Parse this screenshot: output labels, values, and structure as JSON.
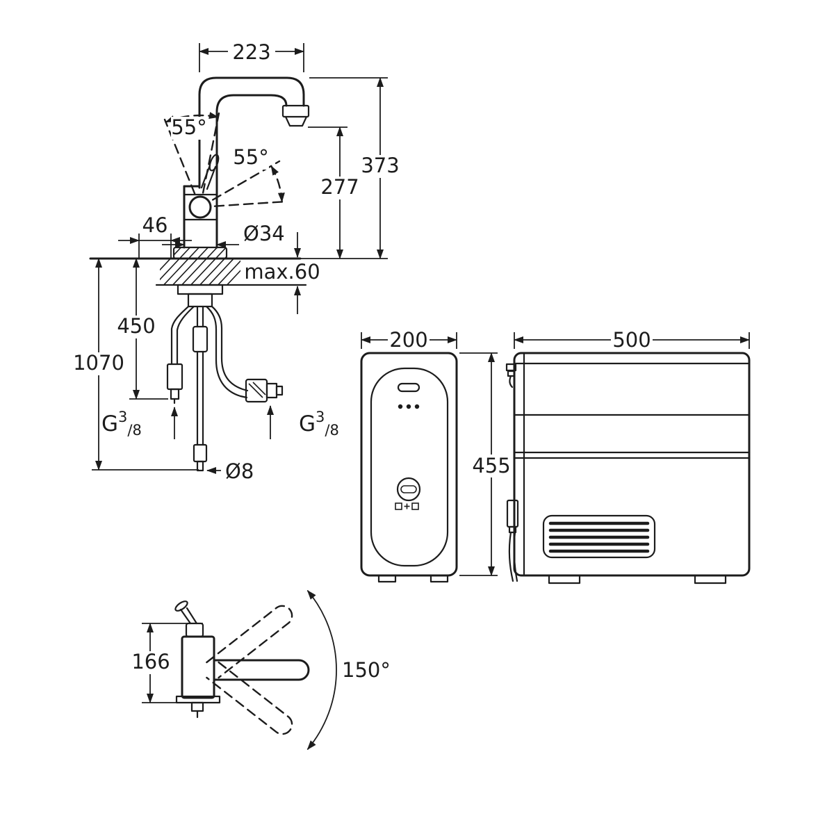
{
  "page": {
    "background": "#ffffff",
    "line_color": "#1c1c1c"
  },
  "faucet_front_view": {
    "spout_reach": "223",
    "total_height": "373",
    "outlet_height": "277",
    "lever_angle_back": "55°",
    "lever_angle_front": "55°",
    "lever_offset": "46",
    "body_diameter": "Ø34",
    "max_deck_thickness": "max.60",
    "supply_hose_length": "450",
    "pullout_hose_length": "1070",
    "hose_diameter": "Ø8",
    "thread_left": {
      "prefix": "G",
      "numerator": "3",
      "denominator": "/8"
    },
    "thread_right": {
      "prefix": "G",
      "numerator": "3",
      "denominator": "/8"
    }
  },
  "cooler_front_view": {
    "width": "200",
    "height": "455"
  },
  "cooler_side_view": {
    "depth": "500"
  },
  "faucet_top_view": {
    "spout_height": "166",
    "swivel_angle": "150°"
  }
}
